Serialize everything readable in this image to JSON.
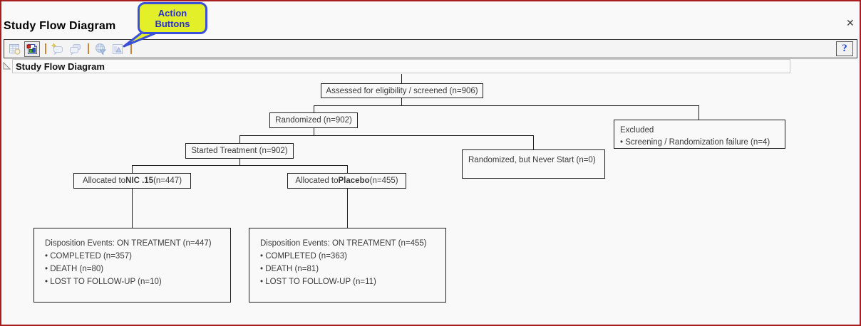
{
  "title": "Study Flow Diagram",
  "window": {
    "close_glyph": "✕"
  },
  "callout": {
    "line1": "Action",
    "line2": "Buttons",
    "bg_color": "#e3ef29",
    "border_color": "#3a50d9",
    "text_color": "#2830cf"
  },
  "toolbar": {
    "icons": [
      "data-table-icon",
      "journal-icon",
      "new-note-icon",
      "copy-note-icon",
      "web-report-icon",
      "layout-report-icon"
    ],
    "help_label": "?"
  },
  "section": {
    "title": "Study Flow Diagram"
  },
  "flow": {
    "assessed": {
      "label": "Assessed for eligibility / screened (n=906)"
    },
    "randomized": {
      "label": "Randomized (n=902)"
    },
    "excluded": {
      "line1": "Excluded",
      "line2": "• Screening / Randomization failure  (n=4)"
    },
    "started": {
      "label": "Started Treatment (n=902)"
    },
    "never_started": {
      "label": "Randomized, but Never Start (n=0)"
    },
    "alloc_nic": {
      "prefix": "Allocated to ",
      "bold": "NIC .15",
      "suffix": " (n=447)"
    },
    "alloc_placebo": {
      "prefix": "Allocated to ",
      "bold": "Placebo",
      "suffix": " (n=455)"
    },
    "disp_nic": {
      "title": "Disposition Events: ON TREATMENT (n=447)",
      "items": [
        "• COMPLETED (n=357)",
        "• DEATH (n=80)",
        "• LOST TO FOLLOW-UP (n=10)"
      ]
    },
    "disp_placebo": {
      "title": "Disposition Events: ON TREATMENT (n=455)",
      "items": [
        "• COMPLETED (n=363)",
        "• DEATH (n=81)",
        "• LOST TO FOLLOW-UP (n=11)"
      ]
    }
  },
  "colors": {
    "frame": "#a81d1d",
    "connector": "#1f1f1f",
    "separator": "#c8873c",
    "help_blue": "#2244cc"
  }
}
